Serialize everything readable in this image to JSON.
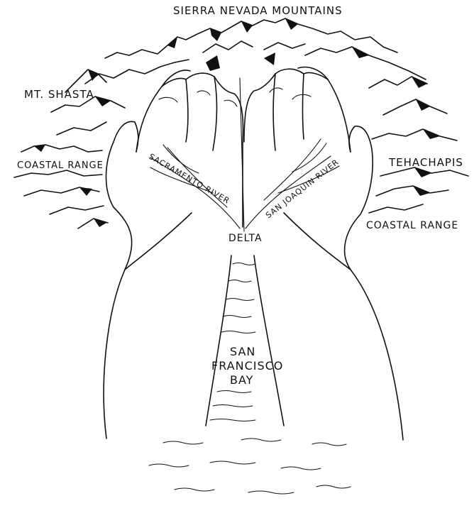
{
  "labels": {
    "sierra": "SIERRA NEVADA MOUNTAINS",
    "shasta": "MT. SHASTA",
    "coastal_left": "COASTAL RANGE",
    "tehachapis": "TEHACHAPIS",
    "coastal_right": "COASTAL RANGE",
    "sacramento": "SACRAMENTO RIVER",
    "san_joaquin": "SAN JOAQUIN RIVER",
    "delta": "DELTA",
    "bay_line1": "SAN",
    "bay_line2": "FRANCISCO",
    "bay_line3": "BAY"
  }
}
